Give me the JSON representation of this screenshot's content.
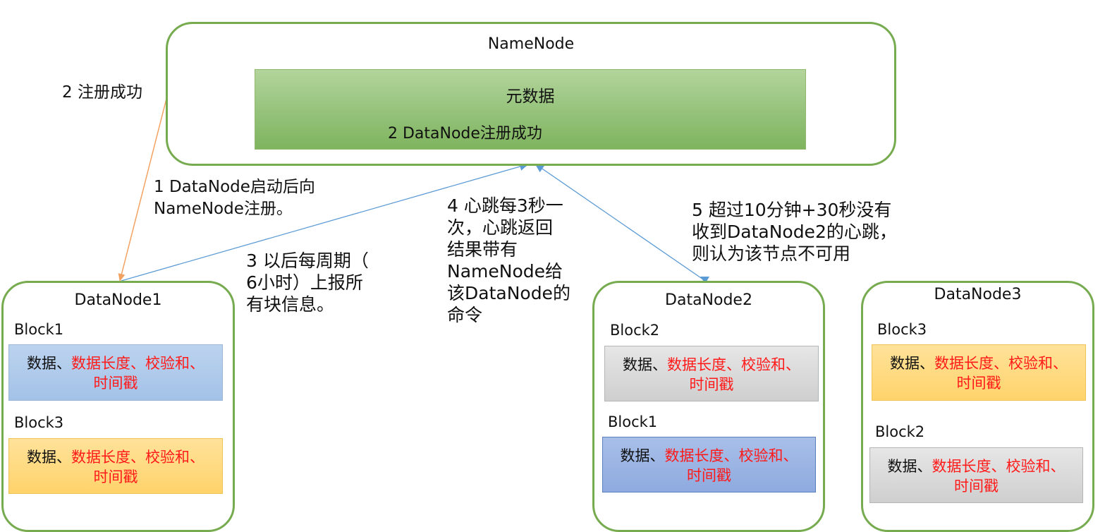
{
  "namenode": {
    "title": "NameNode",
    "metadata_title": "元数据",
    "metadata_note": "2 DataNode注册成功"
  },
  "annotations": {
    "register_success": "2 注册成功",
    "startup_register": "1 DataNode启动后向\nNameNode注册。",
    "periodic_report": "3 以后每周期（\n6小时）上报所\n有块信息。",
    "heartbeat": "4 心跳每3秒一\n次，心跳返回\n结果带有\nNameNode给\n该DataNode的\n命令",
    "timeout": "5 超过10分钟+30秒没有\n收到DataNode2的心跳，\n则认为该节点不可用"
  },
  "block_text": {
    "part1": "数据、",
    "part2": "数据长度、校验和、",
    "part3": "时间戳"
  },
  "datanodes": [
    {
      "title": "DataNode1",
      "blocks": [
        {
          "label": "Block1"
        },
        {
          "label": "Block3"
        }
      ]
    },
    {
      "title": "DataNode2",
      "blocks": [
        {
          "label": "Block2"
        },
        {
          "label": "Block1"
        }
      ]
    },
    {
      "title": "DataNode3",
      "blocks": [
        {
          "label": "Block3"
        },
        {
          "label": "Block2"
        }
      ]
    }
  ],
  "colors": {
    "node_border": "#77ab4f",
    "register_arrow": "#f4a261",
    "heartbeat_arrow": "#5b9bd5",
    "highlight_text": "#ff1a1a"
  }
}
